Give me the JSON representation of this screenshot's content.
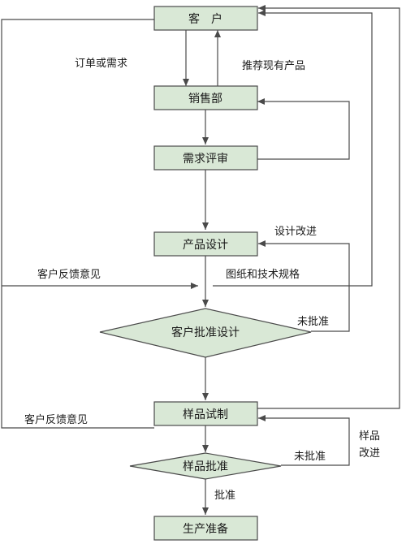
{
  "colors": {
    "node_fill": "#d9e8d6",
    "node_stroke": "#4a4a4a",
    "line": "#4a4a4a",
    "text": "#1a1a1a"
  },
  "nodes": {
    "customer": "客　户",
    "sales": "销售部",
    "review": "需求评审",
    "design": "产品设计",
    "approval": "客户批准设计",
    "sample": "样品试制",
    "sample_approval": "样品批准",
    "production": "生产准备"
  },
  "labels": {
    "order_or_demand": "订单或需求",
    "recommend_existing": "推荐现有产品",
    "design_improve": "设计改进",
    "drawings_specs": "图纸和技术规格",
    "customer_feedback_1": "客户反馈意见",
    "not_approved_1": "未批准",
    "customer_feedback_2": "客户反馈意见",
    "sample_improve_1": "样品",
    "sample_improve_2": "改进",
    "not_approved_2": "未批准",
    "approved": "批准"
  }
}
